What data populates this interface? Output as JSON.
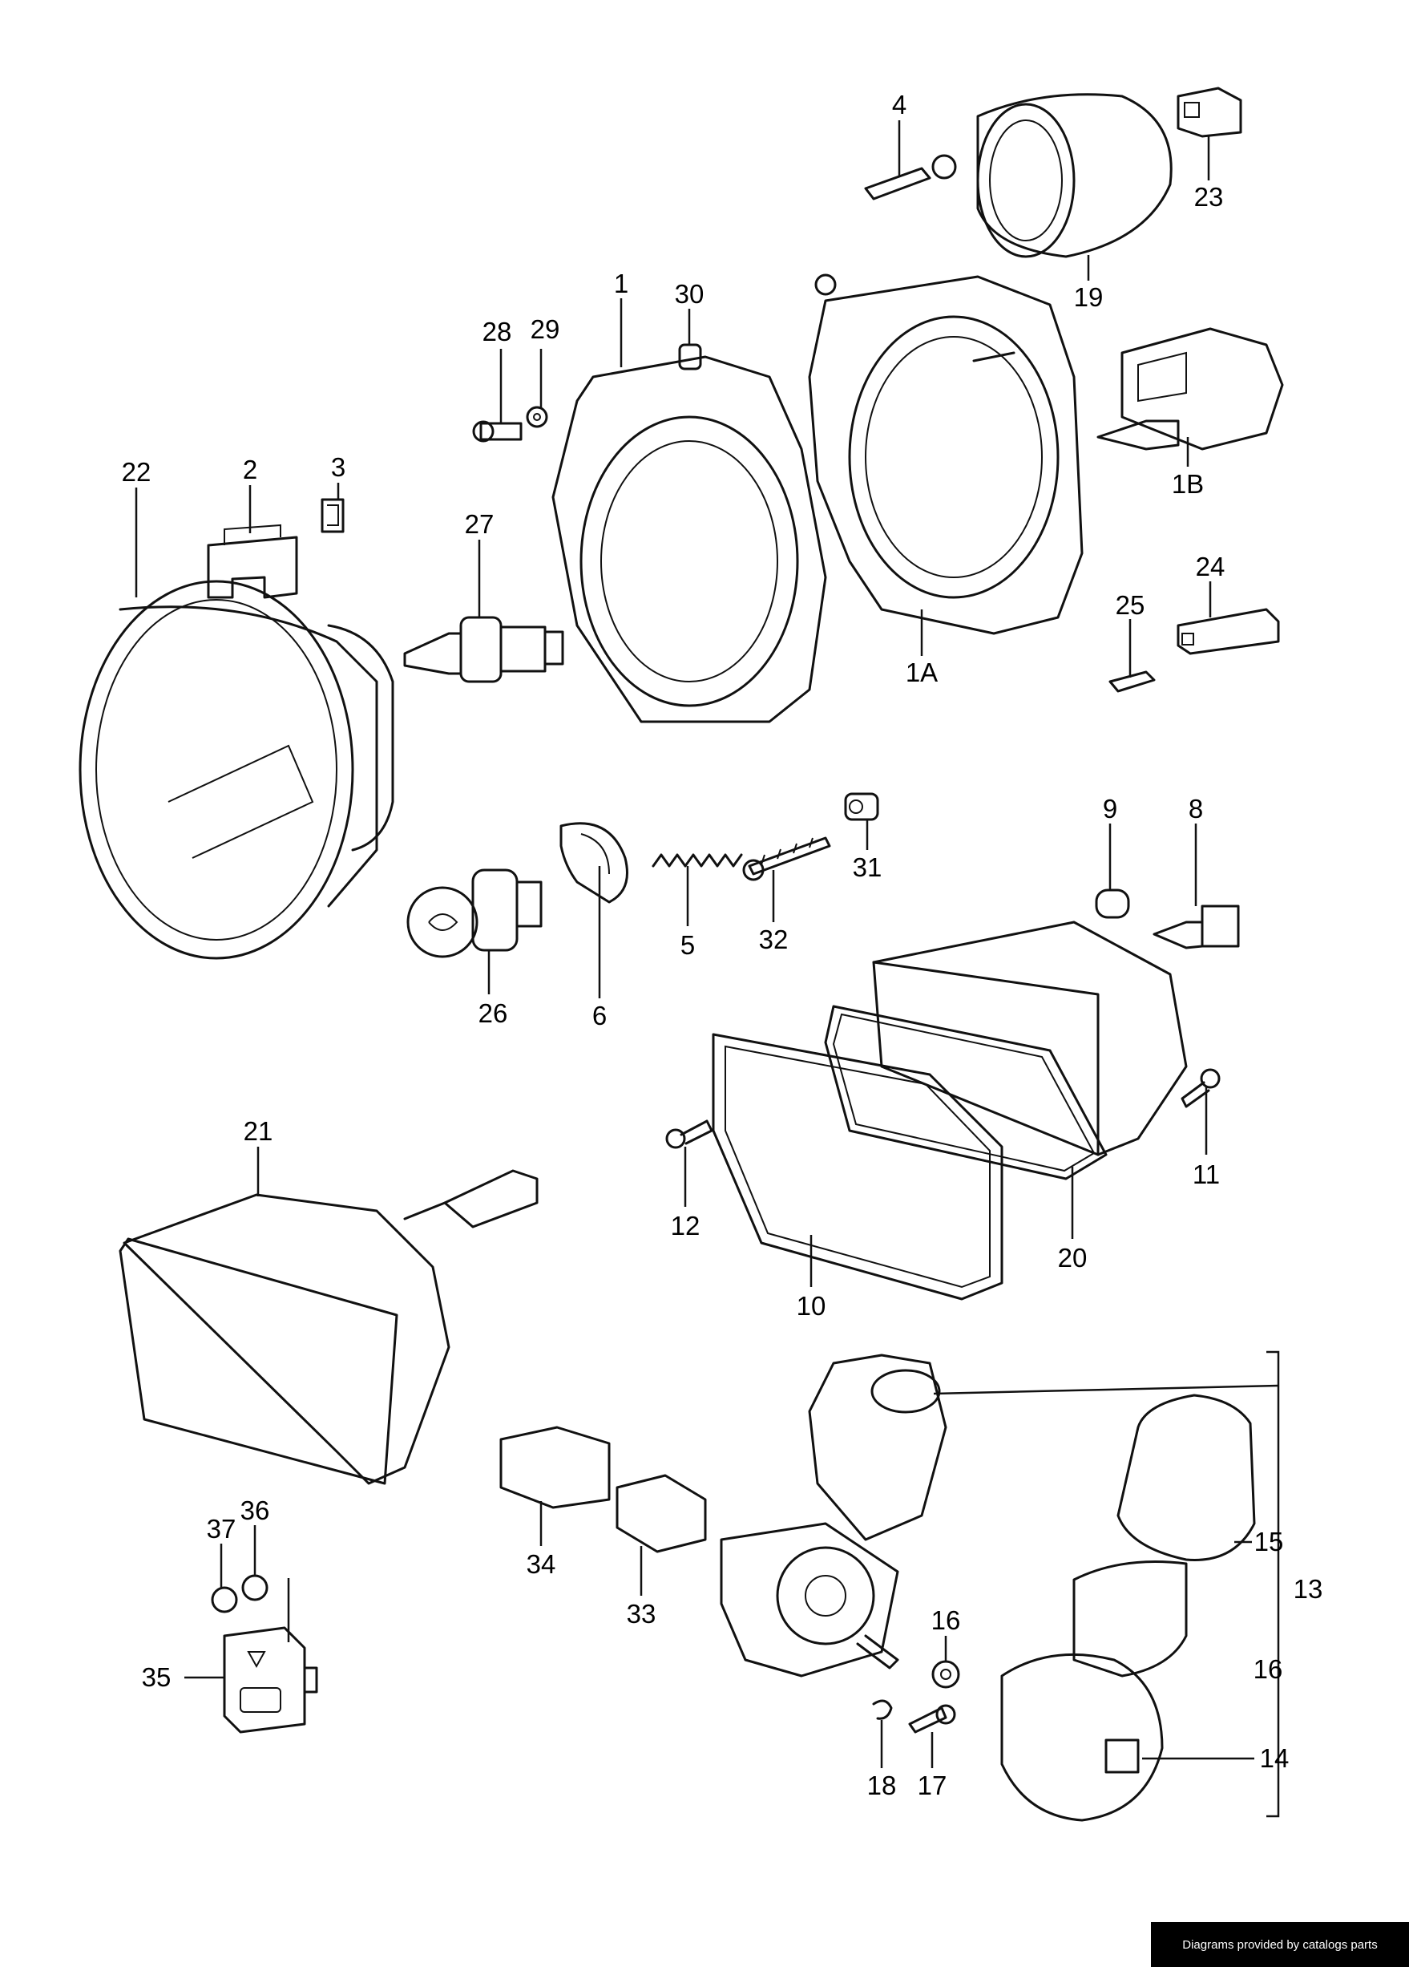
{
  "diagram": {
    "parts": [
      {
        "id": "part-22",
        "label": "22"
      },
      {
        "id": "part-2",
        "label": "2"
      },
      {
        "id": "part-3",
        "label": "3"
      },
      {
        "id": "part-27",
        "label": "27"
      },
      {
        "id": "part-28",
        "label": "28"
      },
      {
        "id": "part-29",
        "label": "29"
      },
      {
        "id": "part-1",
        "label": "1"
      },
      {
        "id": "part-30",
        "label": "30"
      },
      {
        "id": "part-4",
        "label": "4"
      },
      {
        "id": "part-19",
        "label": "19"
      },
      {
        "id": "part-23",
        "label": "23"
      },
      {
        "id": "part-1b",
        "label": "1B"
      },
      {
        "id": "part-1a",
        "label": "1A"
      },
      {
        "id": "part-24",
        "label": "24"
      },
      {
        "id": "part-25",
        "label": "25"
      },
      {
        "id": "part-26",
        "label": "26"
      },
      {
        "id": "part-6",
        "label": "6"
      },
      {
        "id": "part-5",
        "label": "5"
      },
      {
        "id": "part-32",
        "label": "32"
      },
      {
        "id": "part-31",
        "label": "31"
      },
      {
        "id": "part-9",
        "label": "9"
      },
      {
        "id": "part-8",
        "label": "8"
      },
      {
        "id": "part-21",
        "label": "21"
      },
      {
        "id": "part-12",
        "label": "12"
      },
      {
        "id": "part-10",
        "label": "10"
      },
      {
        "id": "part-20",
        "label": "20"
      },
      {
        "id": "part-11",
        "label": "11"
      },
      {
        "id": "part-34",
        "label": "34"
      },
      {
        "id": "part-33",
        "label": "33"
      },
      {
        "id": "part-36",
        "label": "36"
      },
      {
        "id": "part-37",
        "label": "37"
      },
      {
        "id": "part-35",
        "label": "35"
      },
      {
        "id": "part-15",
        "label": "15"
      },
      {
        "id": "part-14",
        "label": "14"
      },
      {
        "id": "part-16a",
        "label": "16"
      },
      {
        "id": "part-17",
        "label": "17"
      },
      {
        "id": "part-18",
        "label": "18"
      }
    ],
    "bracket_labels": [
      "13",
      "16"
    ]
  },
  "footer": {
    "credit": "Diagrams provided by catalogs parts"
  }
}
